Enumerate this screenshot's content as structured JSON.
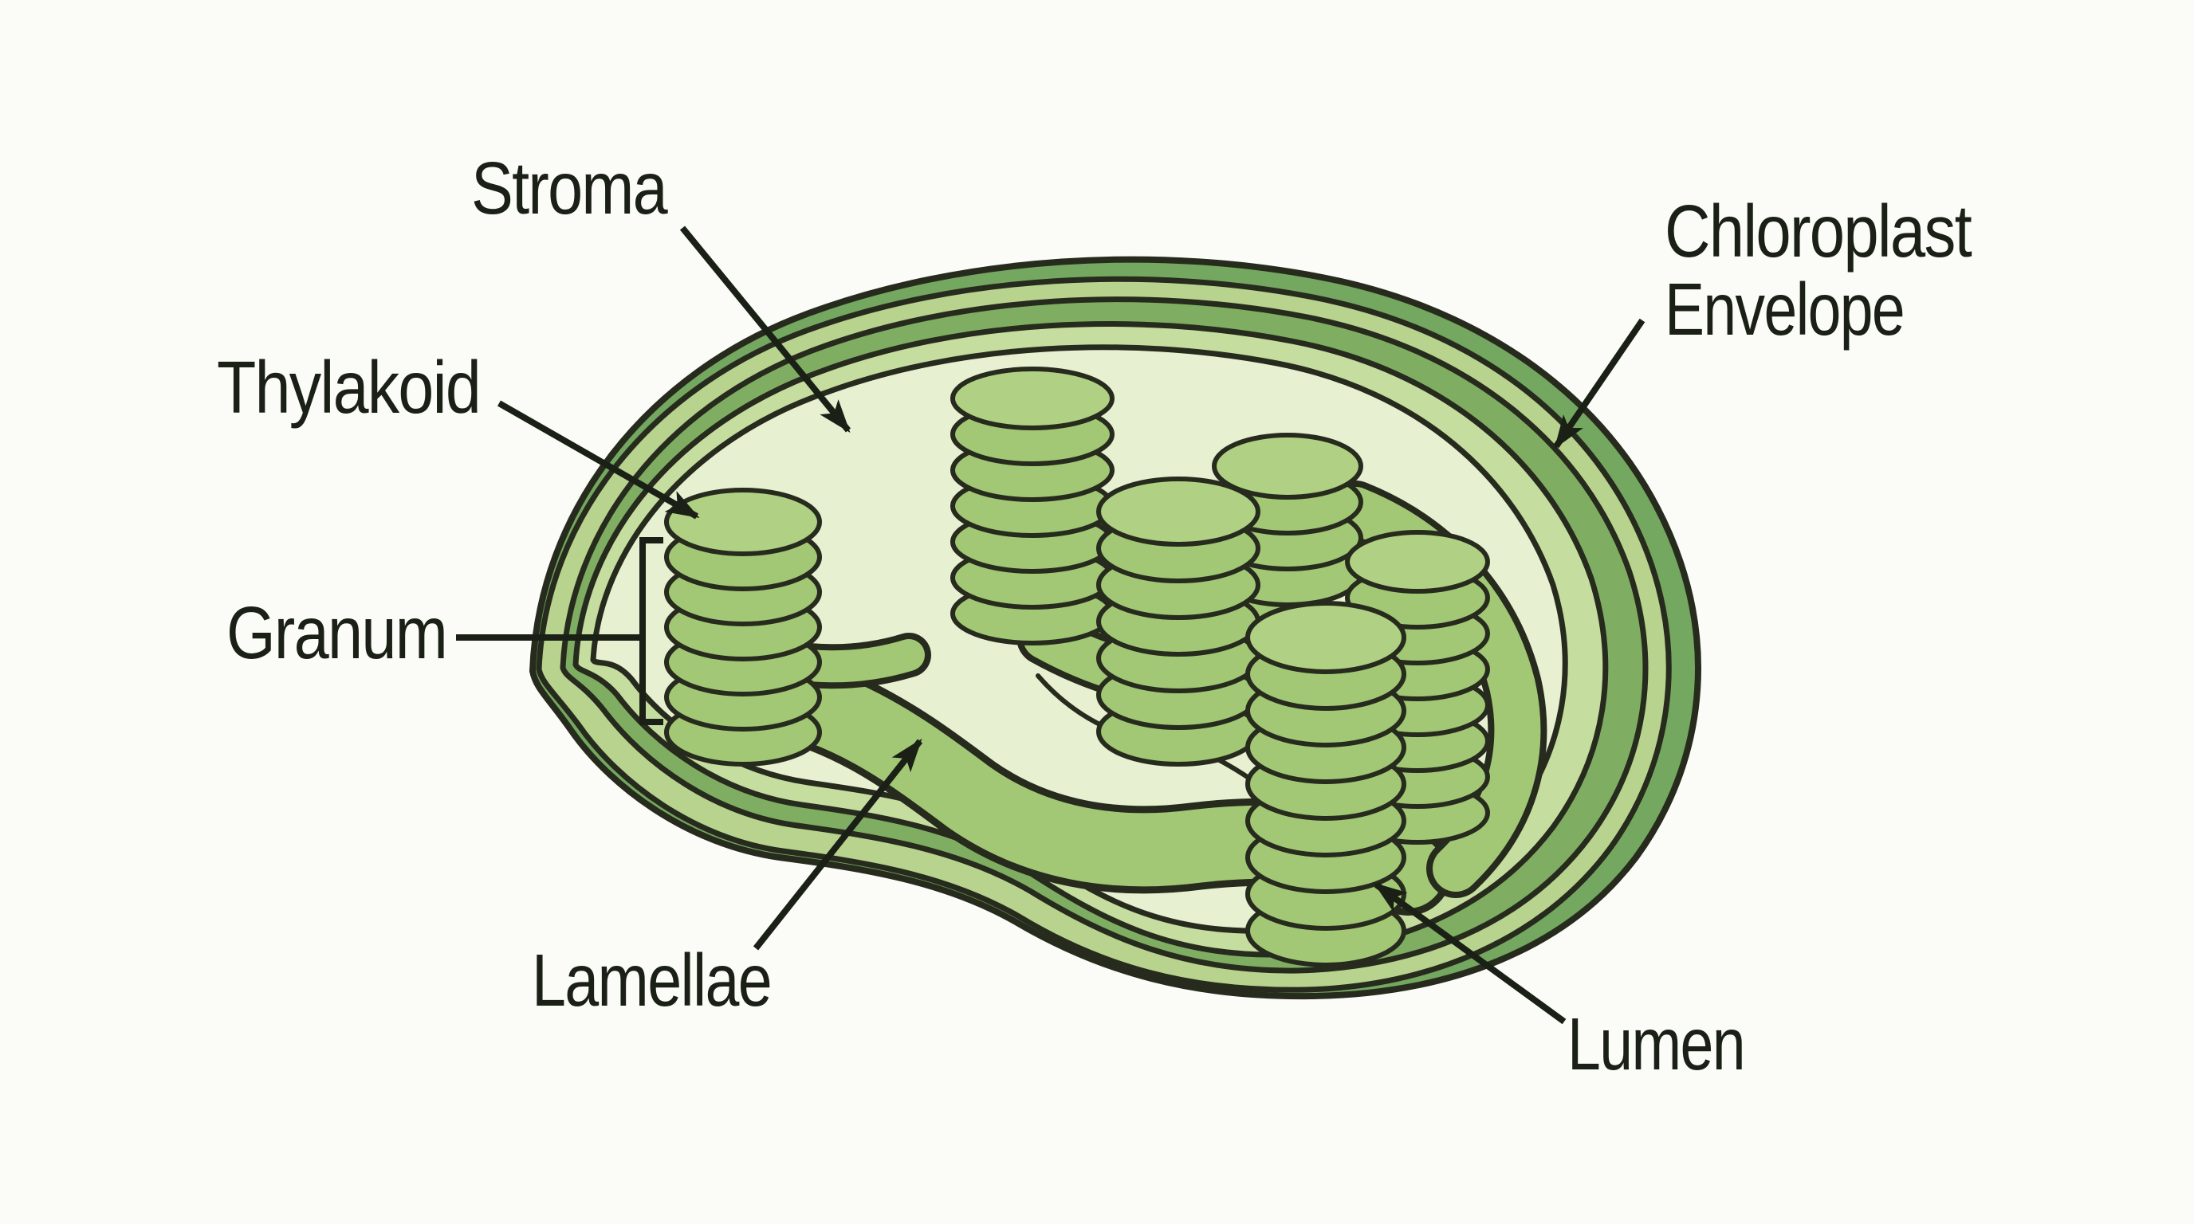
{
  "figure": {
    "subject": "Chloroplast",
    "kind": "labeled biology diagram"
  },
  "labels": {
    "stroma": "Stroma",
    "thylakoid": "Thylakoid",
    "granum": "Granum",
    "lamellae": "Lamellae",
    "lumen": "Lumen",
    "envelope_line1": "Chloroplast",
    "envelope_line2": "Envelope"
  },
  "colors": {
    "background": "#fbfbf8",
    "text": "#1b2017",
    "outline": "#262b1d",
    "envelope-dark": "#74a75f",
    "band-light": "#b7d38e",
    "band-medium": "#7fae62",
    "band-pale": "#c6dda0",
    "stroma": "#e7f0d1",
    "disc": "#a2c875",
    "disc-top": "#b0d183",
    "lamella": "#a2c875"
  }
}
